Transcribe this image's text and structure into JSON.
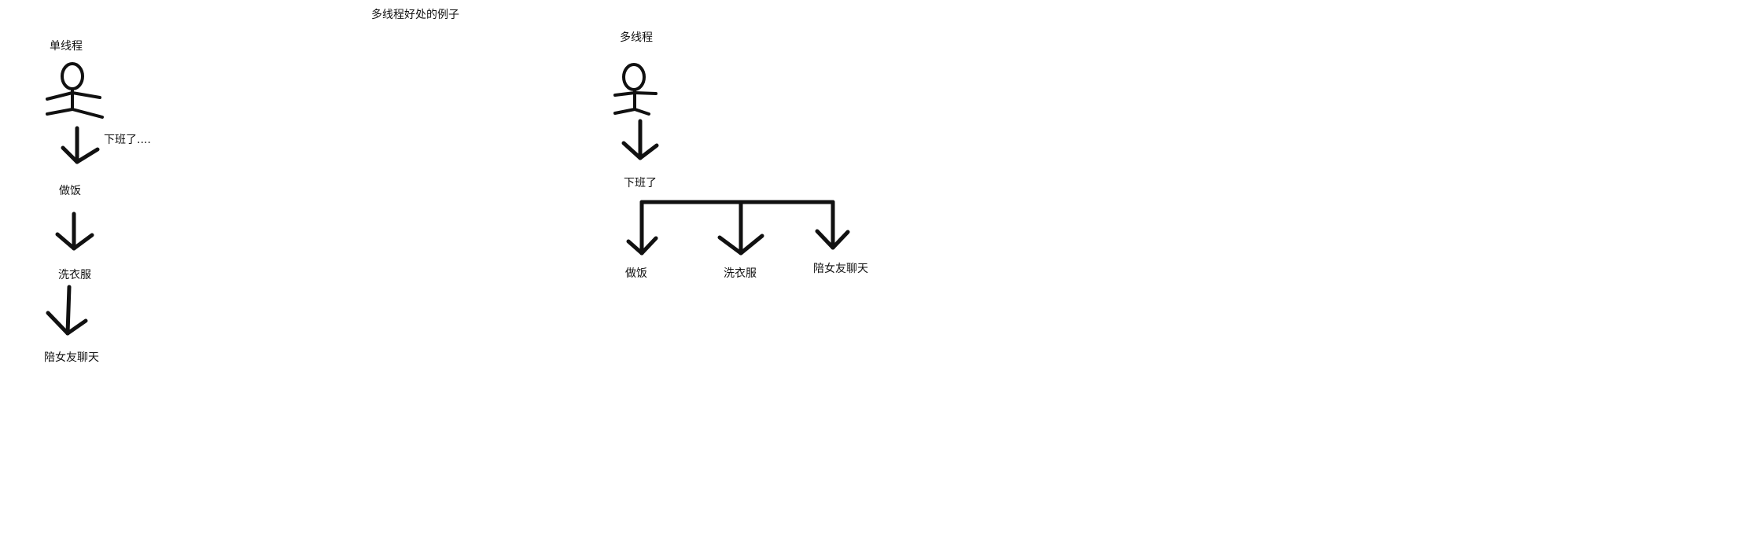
{
  "diagram": {
    "title": "多线程好处的例子",
    "single_thread": {
      "title": "单线程",
      "off_work_label": "下班了....",
      "steps": [
        "做饭",
        "洗衣服",
        "陪女友聊天"
      ]
    },
    "multi_thread": {
      "title": "多线程",
      "off_work_label": "下班了",
      "tasks": [
        "做饭",
        "洗衣服",
        "陪女友聊天"
      ]
    },
    "stroke_color": "#111111",
    "background_color": "#ffffff"
  }
}
